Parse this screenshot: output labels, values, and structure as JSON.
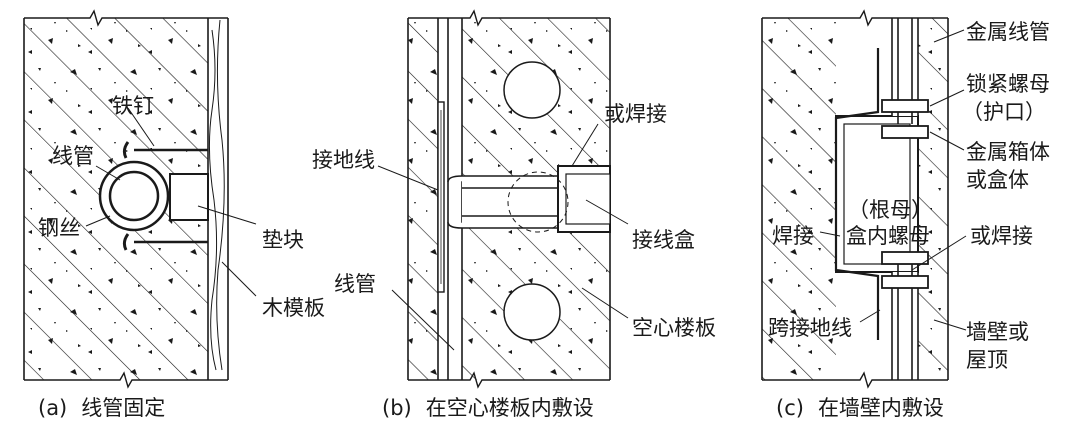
{
  "panels": [
    {
      "id": "a",
      "caption_letter": "(a)",
      "caption_text": "线管固定",
      "labels": {
        "nail": "铁钉",
        "conduit": "线管",
        "wire": "钢丝",
        "block": "垫块",
        "formwork": "木模板"
      }
    },
    {
      "id": "b",
      "caption_letter": "(b)",
      "caption_text": "在空心楼板内敷设",
      "labels": {
        "or_weld": "或焊接",
        "ground_wire": "接地线",
        "junction_box": "接线盒",
        "conduit": "线管",
        "hollow_slab": "空心楼板"
      }
    },
    {
      "id": "c",
      "caption_letter": "(c)",
      "caption_text": "在墙壁内敷设",
      "labels": {
        "metal_conduit": "金属线管",
        "lock_nut": "锁紧螺母",
        "guard": "（护口）",
        "metal_box": "金属箱体",
        "or_box": "或盒体",
        "root_nut": "（根母）",
        "inner_nut": "盒内螺母",
        "weld": "焊接",
        "or_weld": "或焊接",
        "jumper_ground": "跨接地线",
        "wall_or": "墙壁或",
        "roof": "屋顶"
      }
    }
  ],
  "colors": {
    "line": "#1a1a1a",
    "background": "#ffffff"
  }
}
